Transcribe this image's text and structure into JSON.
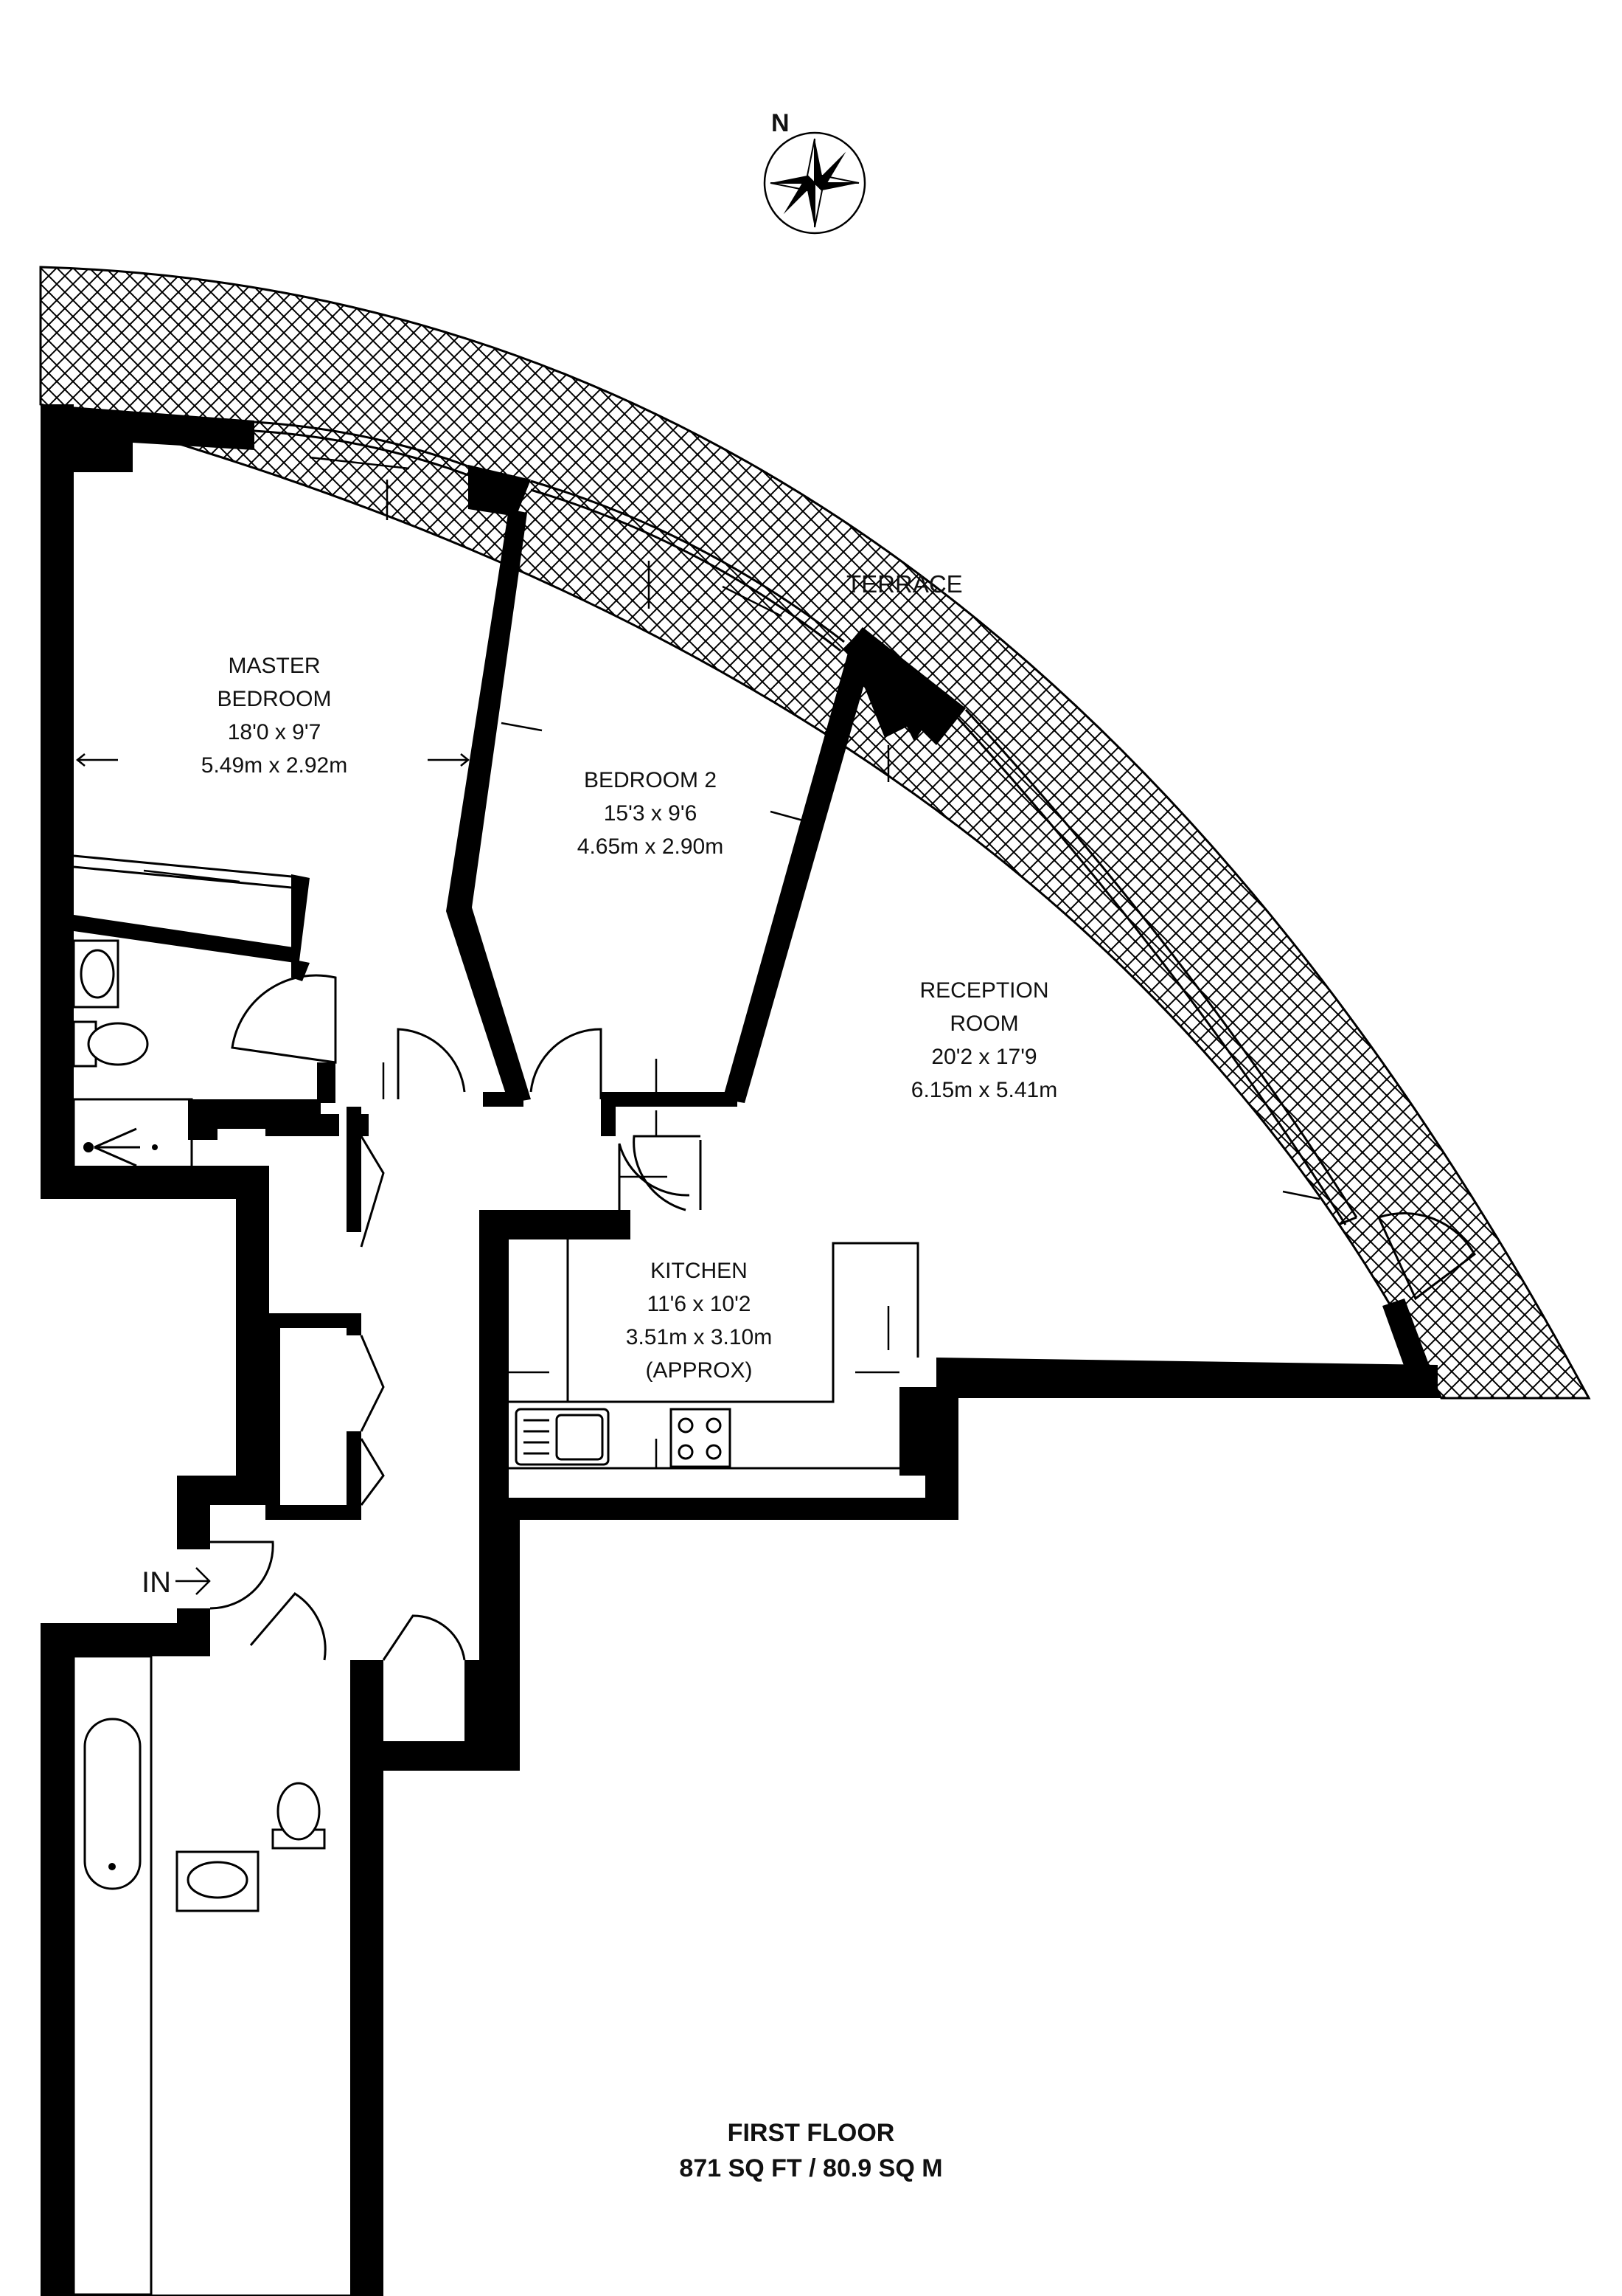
{
  "compass": {
    "label": "N",
    "icon": "compass-rose-icon"
  },
  "terrace": {
    "label": "TERRACE"
  },
  "rooms": {
    "master_bedroom": {
      "name_line1": "MASTER",
      "name_line2": "BEDROOM",
      "imperial": "18'0 x 9'7",
      "metric": "5.49m x 2.92m"
    },
    "bedroom_2": {
      "name": "BEDROOM 2",
      "imperial": "15'3 x 9'6",
      "metric": "4.65m x 2.90m"
    },
    "reception": {
      "name_line1": "RECEPTION",
      "name_line2": "ROOM",
      "imperial": "20'2 x 17'9",
      "metric": "6.15m x 5.41m"
    },
    "kitchen": {
      "name": "KITCHEN",
      "imperial": "11'6 x 10'2",
      "metric": "3.51m x 3.10m",
      "note": "(APPROX)"
    }
  },
  "entrance": {
    "label": "IN"
  },
  "footer": {
    "floor": "FIRST FLOOR",
    "area": "871 SQ FT / 80.9 SQ M"
  },
  "colors": {
    "wall": "#000000",
    "background": "#ffffff",
    "hatch": "#000000"
  }
}
